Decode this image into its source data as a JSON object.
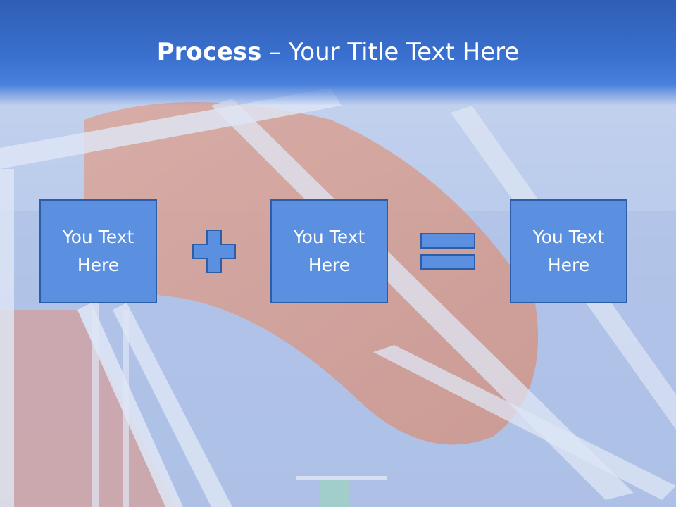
{
  "slide": {
    "title_bold": "Process",
    "title_rest": " – Your Title Text Here",
    "boxes": [
      {
        "label": "You Text Here"
      },
      {
        "label": "You Text Here"
      },
      {
        "label": "You Text Here"
      }
    ],
    "operators": [
      "plus-icon",
      "equals-icon"
    ],
    "colors": {
      "title_band": "#3a70cf",
      "box_fill": "#5b8fe0",
      "box_border": "#2e5da8",
      "operator_fill": "#5b8fe0",
      "title_text": "#ffffff"
    }
  }
}
